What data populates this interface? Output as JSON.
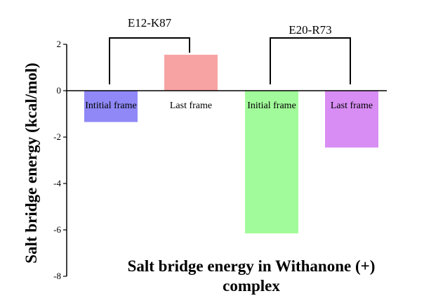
{
  "chart_data": {
    "type": "bar",
    "categories": [
      "Intitial frame",
      "Last frame",
      "Initial frame",
      "Last frame"
    ],
    "values": [
      -1.35,
      1.55,
      -6.15,
      -2.45
    ],
    "colors": [
      "#8f88f6",
      "#f8a3a3",
      "#a2fb9a",
      "#d88df4"
    ],
    "groups": [
      {
        "label": "E12-K87",
        "members": [
          0,
          1
        ]
      },
      {
        "label": "E20-R73",
        "members": [
          2,
          3
        ]
      }
    ],
    "ylabel": "Salt bridge  energy (kcal/mol)",
    "ylim": [
      -8,
      2
    ],
    "yticks": [
      2,
      0,
      -2,
      -4,
      -6,
      -8
    ],
    "annotation_line1": "Salt bridge energy in Withanone (+)",
    "annotation_line2": "complex",
    "grid": false
  }
}
